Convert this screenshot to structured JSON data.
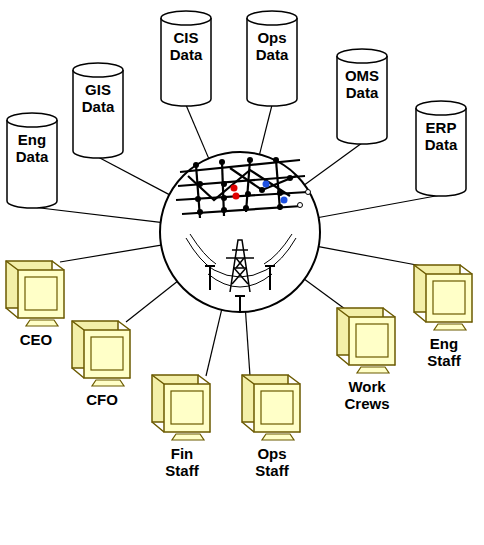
{
  "diagram": {
    "nodes": [
      {
        "text": [
          "Eng Data"
        ]
      },
      {
        "text": [
          "GIS Data"
        ]
      },
      {
        "text": [
          "CIS Data"
        ]
      },
      {
        "text": [
          "Ops Data"
        ]
      },
      {
        "text": [
          "OMS Data"
        ]
      },
      {
        "text": [
          "ERP Data"
        ]
      },
      {
        "text": [
          "CEO"
        ]
      },
      {
        "text": [
          "CFO"
        ]
      },
      {
        "text": [
          "Fin Staff"
        ]
      },
      {
        "text": [
          "Ops Staff"
        ]
      },
      {
        "text": [
          "Work Crews"
        ]
      },
      {
        "text": [
          "Eng Staff"
        ]
      }
    ]
  }
}
